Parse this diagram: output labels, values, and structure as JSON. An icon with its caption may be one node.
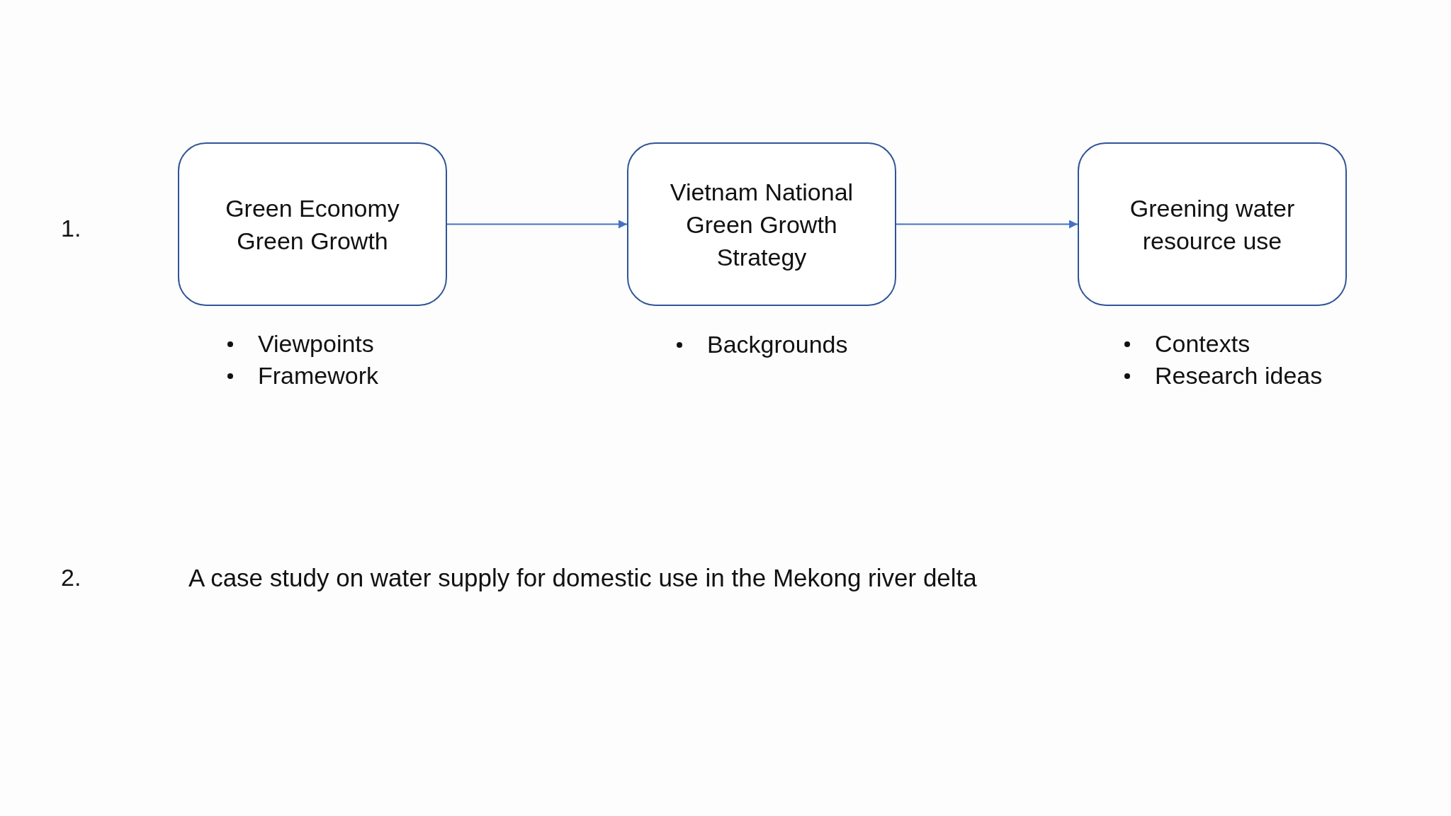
{
  "diagram": {
    "nodes": [
      {
        "text": [
          "Green Economy Green Growth"
        ],
        "beside": [
          "Viewpoints",
          "Framework"
        ]
      },
      {
        "text": [
          "Vietnam National Green Growth Strategy"
        ],
        "beside": [
          "Backgrounds"
        ]
      },
      {
        "text": [
          "Greening water resource use"
        ],
        "beside": [
          "Contexts",
          "Research ideas"
        ]
      }
    ],
    "edges": [
      {
        "from": 0,
        "to": 1,
        "arrow": "to"
      },
      {
        "from": 1,
        "to": 2,
        "arrow": "to"
      }
    ],
    "labels": [
      "1.",
      "2.",
      "A case study on water supply for domestic use in the Mekong river delta"
    ]
  }
}
